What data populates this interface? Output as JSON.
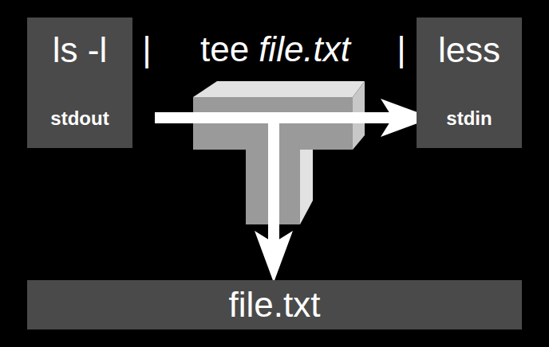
{
  "diagram": {
    "nodes": [
      {
        "text": [
          "ls -l",
          "stdout"
        ]
      },
      {
        "text": [
          "less",
          "stdin"
        ]
      },
      {
        "text": [
          "file.txt"
        ]
      }
    ],
    "edges": [
      {
        "from": 0,
        "to": 1,
        "arrow": "to"
      },
      {
        "from": 0,
        "to": 2,
        "arrow": "to"
      }
    ],
    "labels": [
      "|",
      "tee",
      "file.txt",
      "|"
    ]
  }
}
